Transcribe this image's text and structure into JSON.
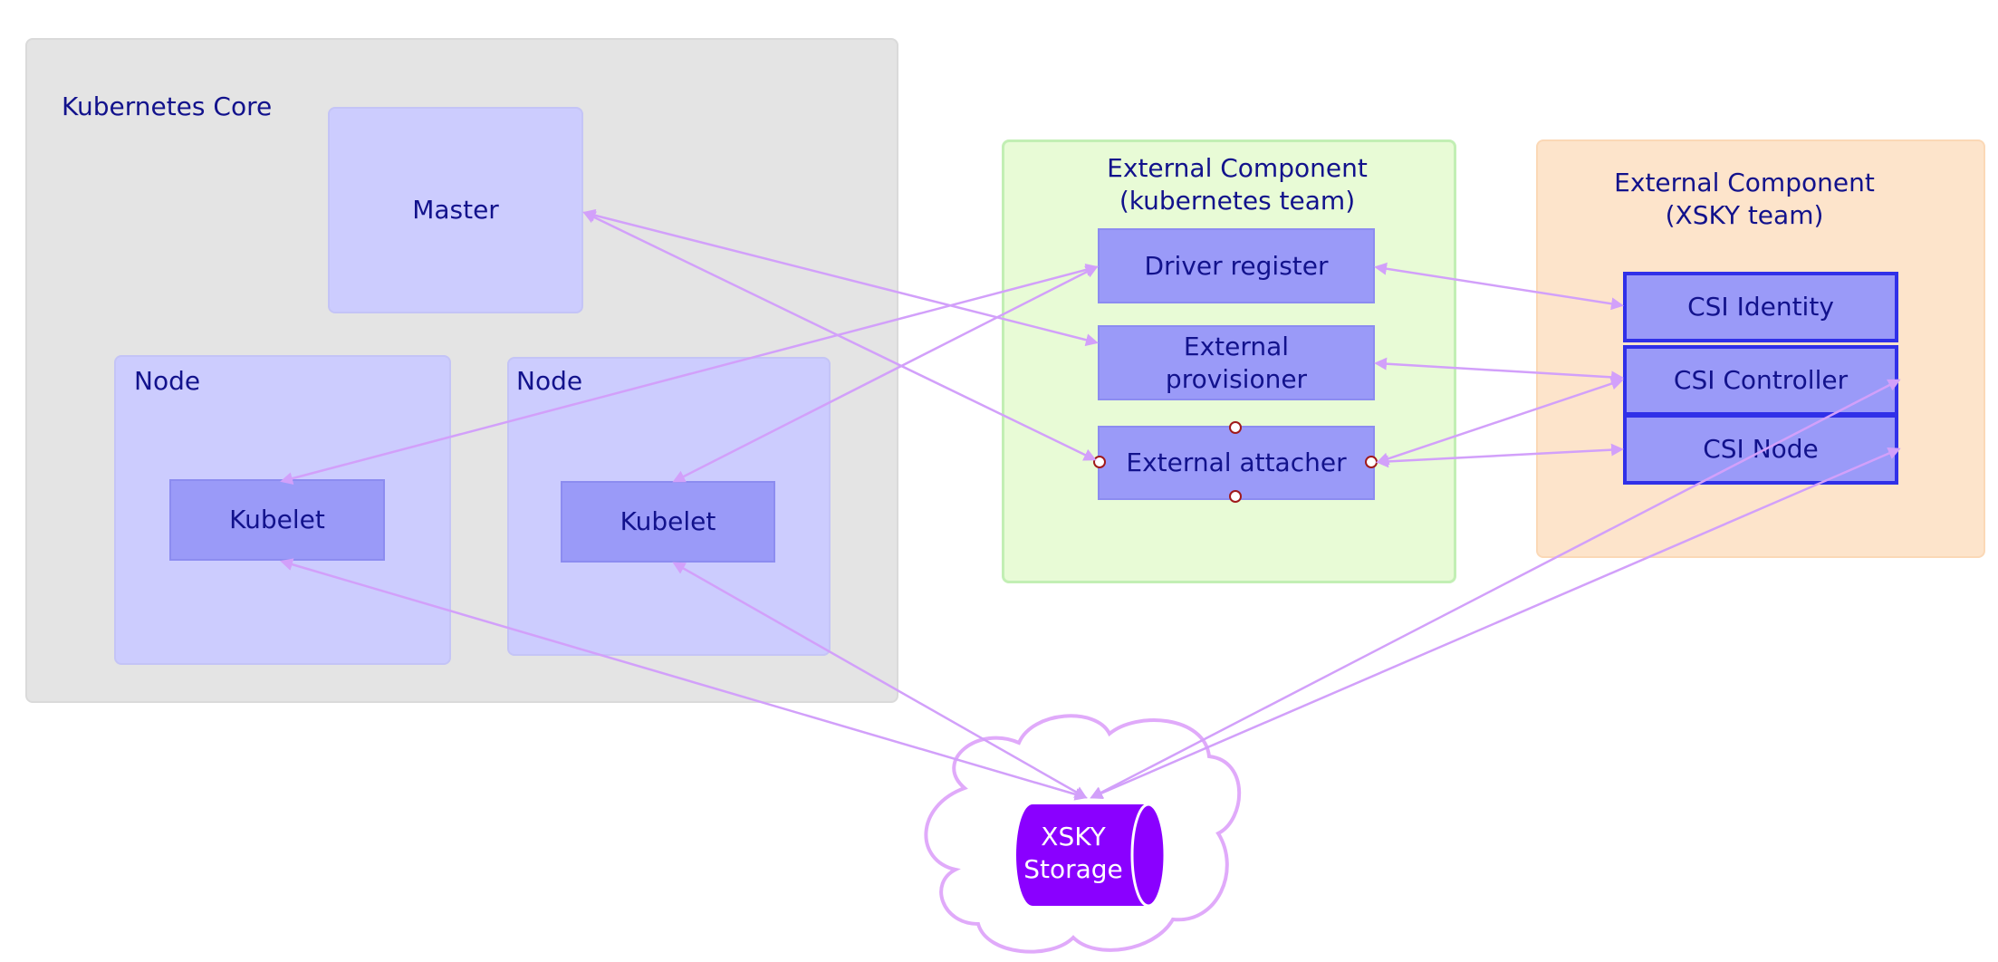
{
  "regions": {
    "kubernetes_core": "Kubernetes Core",
    "external_k8s_line1": "External Component",
    "external_k8s_line2": "(kubernetes team)",
    "external_xsky_line1": "External Component",
    "external_xsky_line2": "(XSKY team)"
  },
  "core": {
    "master": "Master",
    "node_1_label": "Node",
    "node_2_label": "Node",
    "kubelet_1": "Kubelet",
    "kubelet_2": "Kubelet"
  },
  "external_k8s": {
    "driver_register": "Driver register",
    "provisioner_line1": "External",
    "provisioner_line2": "provisioner",
    "attacher": "External attacher"
  },
  "csi": {
    "identity": "CSI Identity",
    "controller": "CSI Controller",
    "node": "CSI Node"
  },
  "storage": {
    "line1": "XSKY",
    "line2": "Storage"
  },
  "colors": {
    "arrow": "#d2a0fa",
    "cylinder": "#8a00ff",
    "cloud_stroke": "#e0aafa"
  }
}
